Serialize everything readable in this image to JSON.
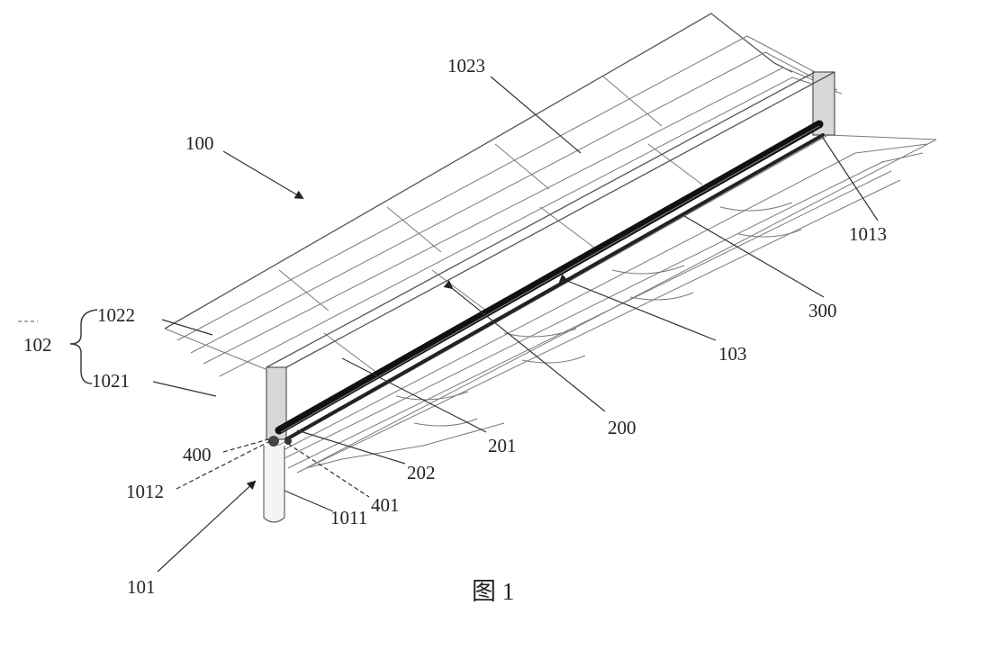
{
  "figure": {
    "caption": "图 1",
    "reference_labels": {
      "r100": "100",
      "r1023": "1023",
      "r1013": "1013",
      "r300": "300",
      "r102": "102",
      "r1022": "1022",
      "r1021": "1021",
      "r103": "103",
      "r200": "200",
      "r201": "201",
      "r400": "400",
      "r202": "202",
      "r1012": "1012",
      "r401": "401",
      "r1011": "1011",
      "r101": "101"
    }
  }
}
